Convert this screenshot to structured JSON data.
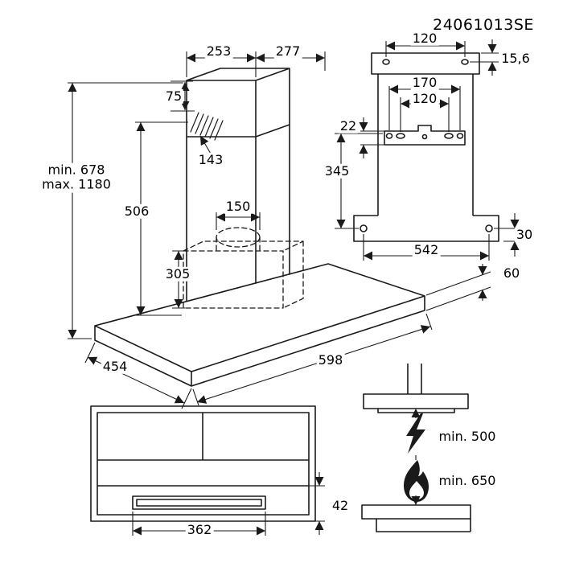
{
  "part_number": "24061013SE",
  "main_view": {
    "chimney_top_width": "253",
    "chimney_top_depth": "277",
    "vent_top_offset": "75",
    "vent_width": "143",
    "total_height_range": "min. 678\nmax. 1180",
    "chimney_height": "506",
    "duct_diameter": "150",
    "box_height": "305",
    "body_depth": "454",
    "body_width": "598",
    "body_thickness": "60"
  },
  "rear_view": {
    "top_holes_spacing": "120",
    "top_hole_edge_offset": "15,6",
    "bracket_outer_holes_spacing": "170",
    "bracket_inner_holes_spacing": "120",
    "bracket_height": "22",
    "bracket_to_base_distance": "345",
    "base_holes_spacing": "542",
    "base_hole_edge_offset": "30"
  },
  "front_view": {
    "filter_panel_width": "362",
    "filter_panel_height": "42"
  },
  "clearance_view": {
    "electric_hob_clearance": "min. 500",
    "gas_hob_clearance": "min. 650"
  }
}
